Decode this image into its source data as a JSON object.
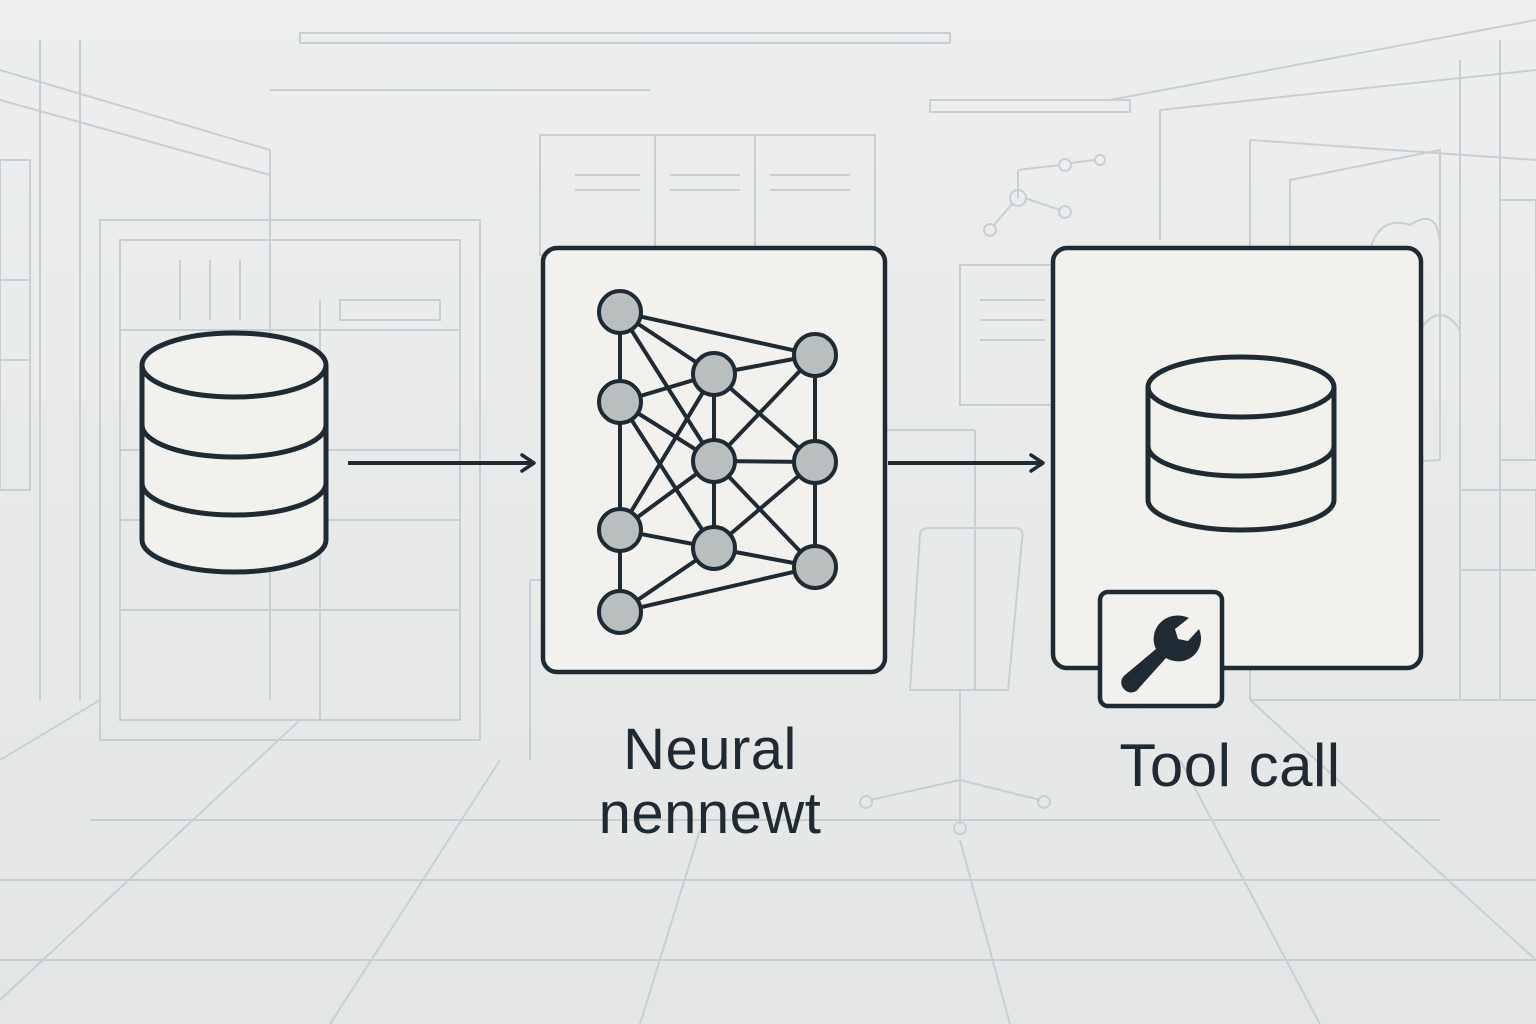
{
  "diagram": {
    "nodes": [
      {
        "id": "data-source",
        "icon": "database-icon",
        "label": ""
      },
      {
        "id": "neural-network",
        "icon": "neural-network-icon",
        "label_line1": "Neural",
        "label_line2": "nennewt"
      },
      {
        "id": "tool-call",
        "icon": "database-icon",
        "badge_icon": "wrench-icon",
        "label": "Tool call"
      }
    ],
    "edges": [
      {
        "from": "data-source",
        "to": "neural-network"
      },
      {
        "from": "neural-network",
        "to": "tool-call"
      }
    ]
  },
  "colors": {
    "stroke": "#1f2a33",
    "node_fill": "#b9bfbf",
    "panel_fill": "#f2f1ee",
    "background": "#eaebea",
    "background_lines": "#c3ccd2"
  }
}
